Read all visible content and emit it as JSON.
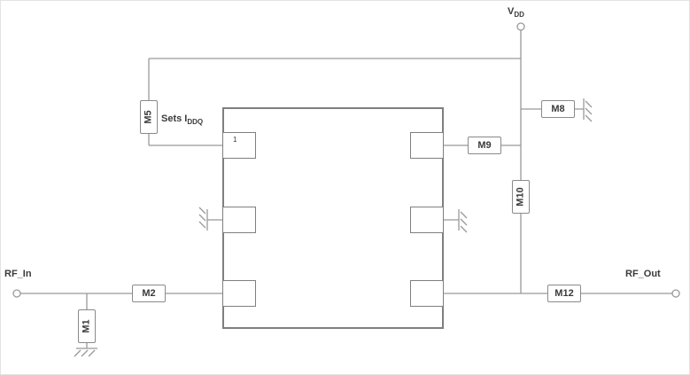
{
  "diagram": {
    "type": "rf-circuit-schematic",
    "power_prefix": "V",
    "power_sub": "DD",
    "input_label": "RF_In",
    "output_label": "RF_Out",
    "annotation_prefix": "Sets I",
    "annotation_sub": "DDQ",
    "pin_label": "1",
    "components": {
      "m1": "M1",
      "m2": "M2",
      "m5": "M5",
      "m8": "M8",
      "m9": "M9",
      "m10": "M10",
      "m12": "M12"
    },
    "colors": {
      "wire": "#999999",
      "component_border": "#8a8a8a",
      "block_border": "#7f7f7f",
      "text": "#3a3a3a"
    }
  }
}
